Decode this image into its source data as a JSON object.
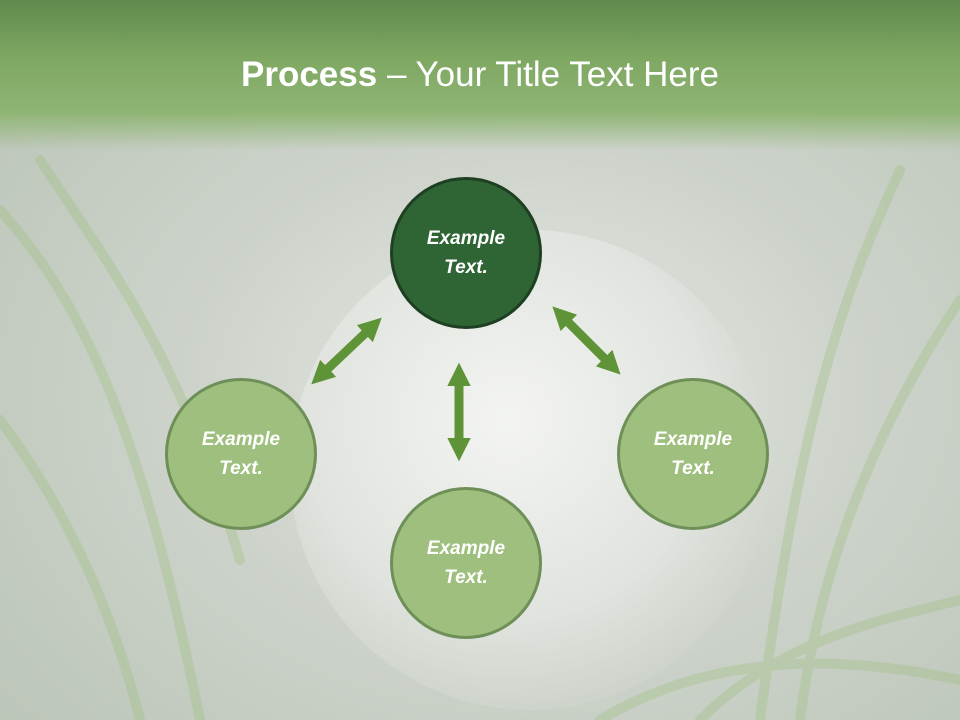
{
  "title": {
    "bold": "Process",
    "rest": " – Your Title Text Here"
  },
  "nodes": {
    "top": {
      "label": "Example Text."
    },
    "left": {
      "label": "Example Text."
    },
    "right": {
      "label": "Example Text."
    },
    "bottom": {
      "label": "Example Text."
    }
  },
  "colors": {
    "header": "#7fa863",
    "node_dark": "#2f6434",
    "node_light": "#9fbf7e",
    "arrow": "#5e9437"
  }
}
